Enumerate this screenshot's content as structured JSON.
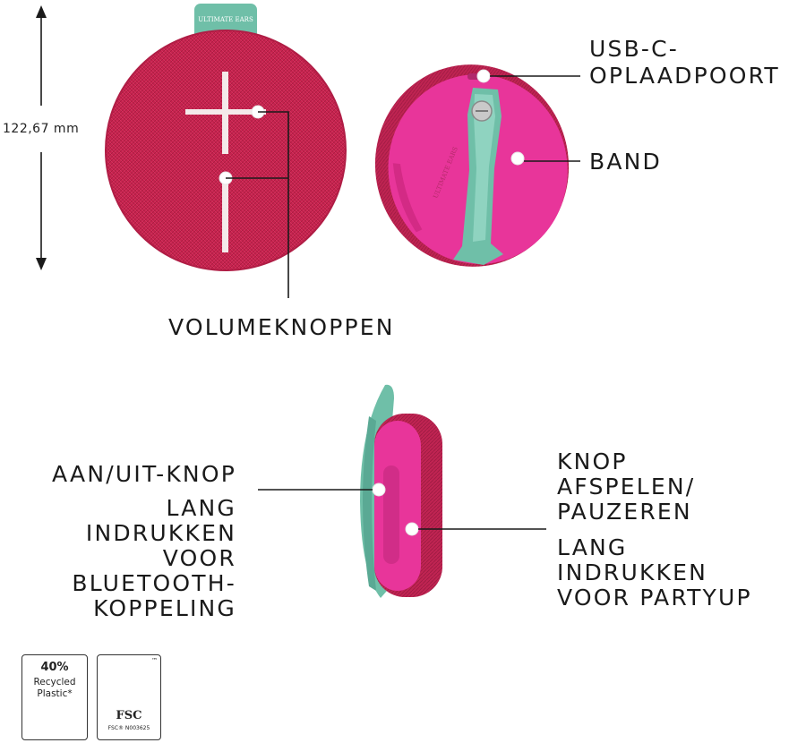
{
  "dimension": {
    "height_label": "122,67 mm"
  },
  "product": {
    "logo_text": "ULTIMATE EARS"
  },
  "callouts": {
    "usb": [
      "USB-C-",
      "OPLAADPOORT"
    ],
    "band": "BAND",
    "volume": "VOLUMEKNOPPEN",
    "power": "AAN/UIT-KNOP",
    "power_hold": [
      "LANG",
      "INDRUKKEN",
      "VOOR",
      "BLUETOOTH-",
      "KOPPELING"
    ],
    "play": [
      "KNOP",
      "AFSPELEN/",
      "PAUZEREN"
    ],
    "play_hold": [
      "LANG",
      "INDRUKKEN",
      "VOOR PARTYUP"
    ]
  },
  "badges": {
    "recycled": {
      "percent": "40%",
      "line1": "Recycled",
      "line2": "Plastic*"
    },
    "fsc": {
      "label": "FSC",
      "code": "FSC® N003625",
      "tm": "™"
    }
  },
  "colors": {
    "speaker_red": "#c8234f",
    "speaker_pink": "#e8359a",
    "strap_mint": "#6fbfa8",
    "line": "#1a1a1a"
  }
}
